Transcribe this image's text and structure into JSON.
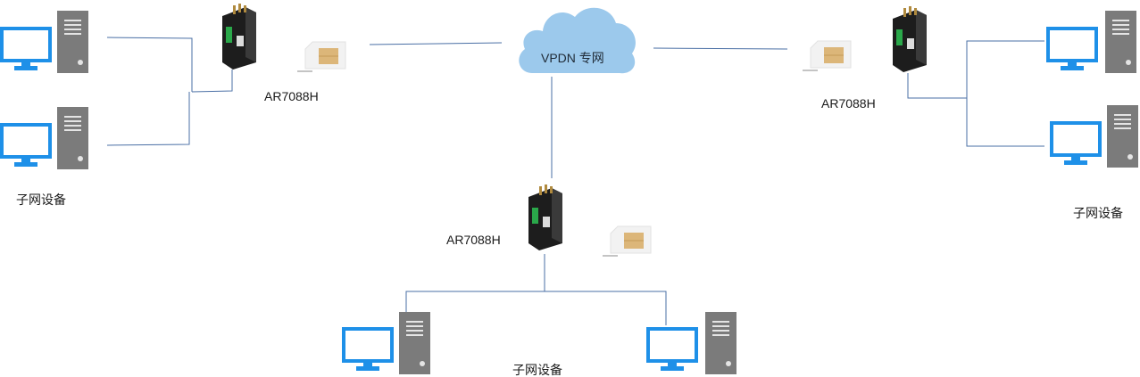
{
  "network": {
    "cloud_label": "VPDN 专网",
    "router_model": "AR7088H",
    "subnet_label": "子网设备"
  },
  "colors": {
    "wire": "#4a6fa5",
    "cloud": "#9cc9ec",
    "monitor": "#1e90e8",
    "tower": "#7b7b7b",
    "router_body": "#1d1d1d",
    "router_green": "#2aa84a",
    "sim_card": "#f2f2f2",
    "sim_chip": "#dcb679"
  },
  "icons": [
    "cloud-icon",
    "router-icon",
    "sim-card-icon",
    "monitor-icon",
    "pc-tower-icon"
  ]
}
